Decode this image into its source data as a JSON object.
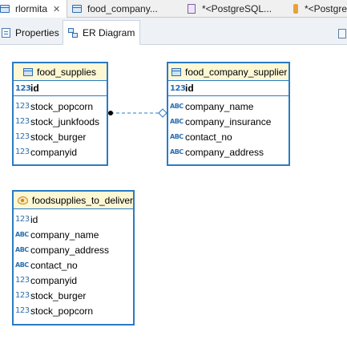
{
  "editor_tabs": [
    {
      "label": "rlormita",
      "close": "✕"
    },
    {
      "label": "food_company..."
    },
    {
      "label": "*<PostgreSQL..."
    },
    {
      "label": "*<Postgre"
    }
  ],
  "view_tabs": [
    {
      "label": "Properties"
    },
    {
      "label": "ER Diagram"
    }
  ],
  "entities": {
    "food_supplies": {
      "title": "food_supplies",
      "pk": {
        "type": "123",
        "name": "id"
      },
      "attrs": [
        {
          "type": "123",
          "name": "stock_popcorn"
        },
        {
          "type": "123",
          "name": "stock_junkfoods"
        },
        {
          "type": "123",
          "name": "stock_burger"
        },
        {
          "type": "123",
          "name": "companyid"
        }
      ]
    },
    "food_company_supplier": {
      "title": "food_company_supplier",
      "pk": {
        "type": "123",
        "name": "id"
      },
      "attrs": [
        {
          "type": "ABC",
          "name": "company_name"
        },
        {
          "type": "ABC",
          "name": "company_insurance"
        },
        {
          "type": "ABC",
          "name": "contact_no"
        },
        {
          "type": "ABC",
          "name": "company_address"
        }
      ]
    },
    "foodsupplies_to_deliver": {
      "title": "foodsupplies_to_deliver",
      "attrs": [
        {
          "type": "123",
          "name": "id"
        },
        {
          "type": "ABC",
          "name": "company_name"
        },
        {
          "type": "ABC",
          "name": "company_address"
        },
        {
          "type": "ABC",
          "name": "contact_no"
        },
        {
          "type": "123",
          "name": "companyid"
        },
        {
          "type": "123",
          "name": "stock_burger"
        },
        {
          "type": "123",
          "name": "stock_popcorn"
        }
      ]
    }
  },
  "colors": {
    "entity_border": "#2b7bc4",
    "header_bg": "#fdf7d4",
    "relation_line": "#2b7bc4"
  }
}
